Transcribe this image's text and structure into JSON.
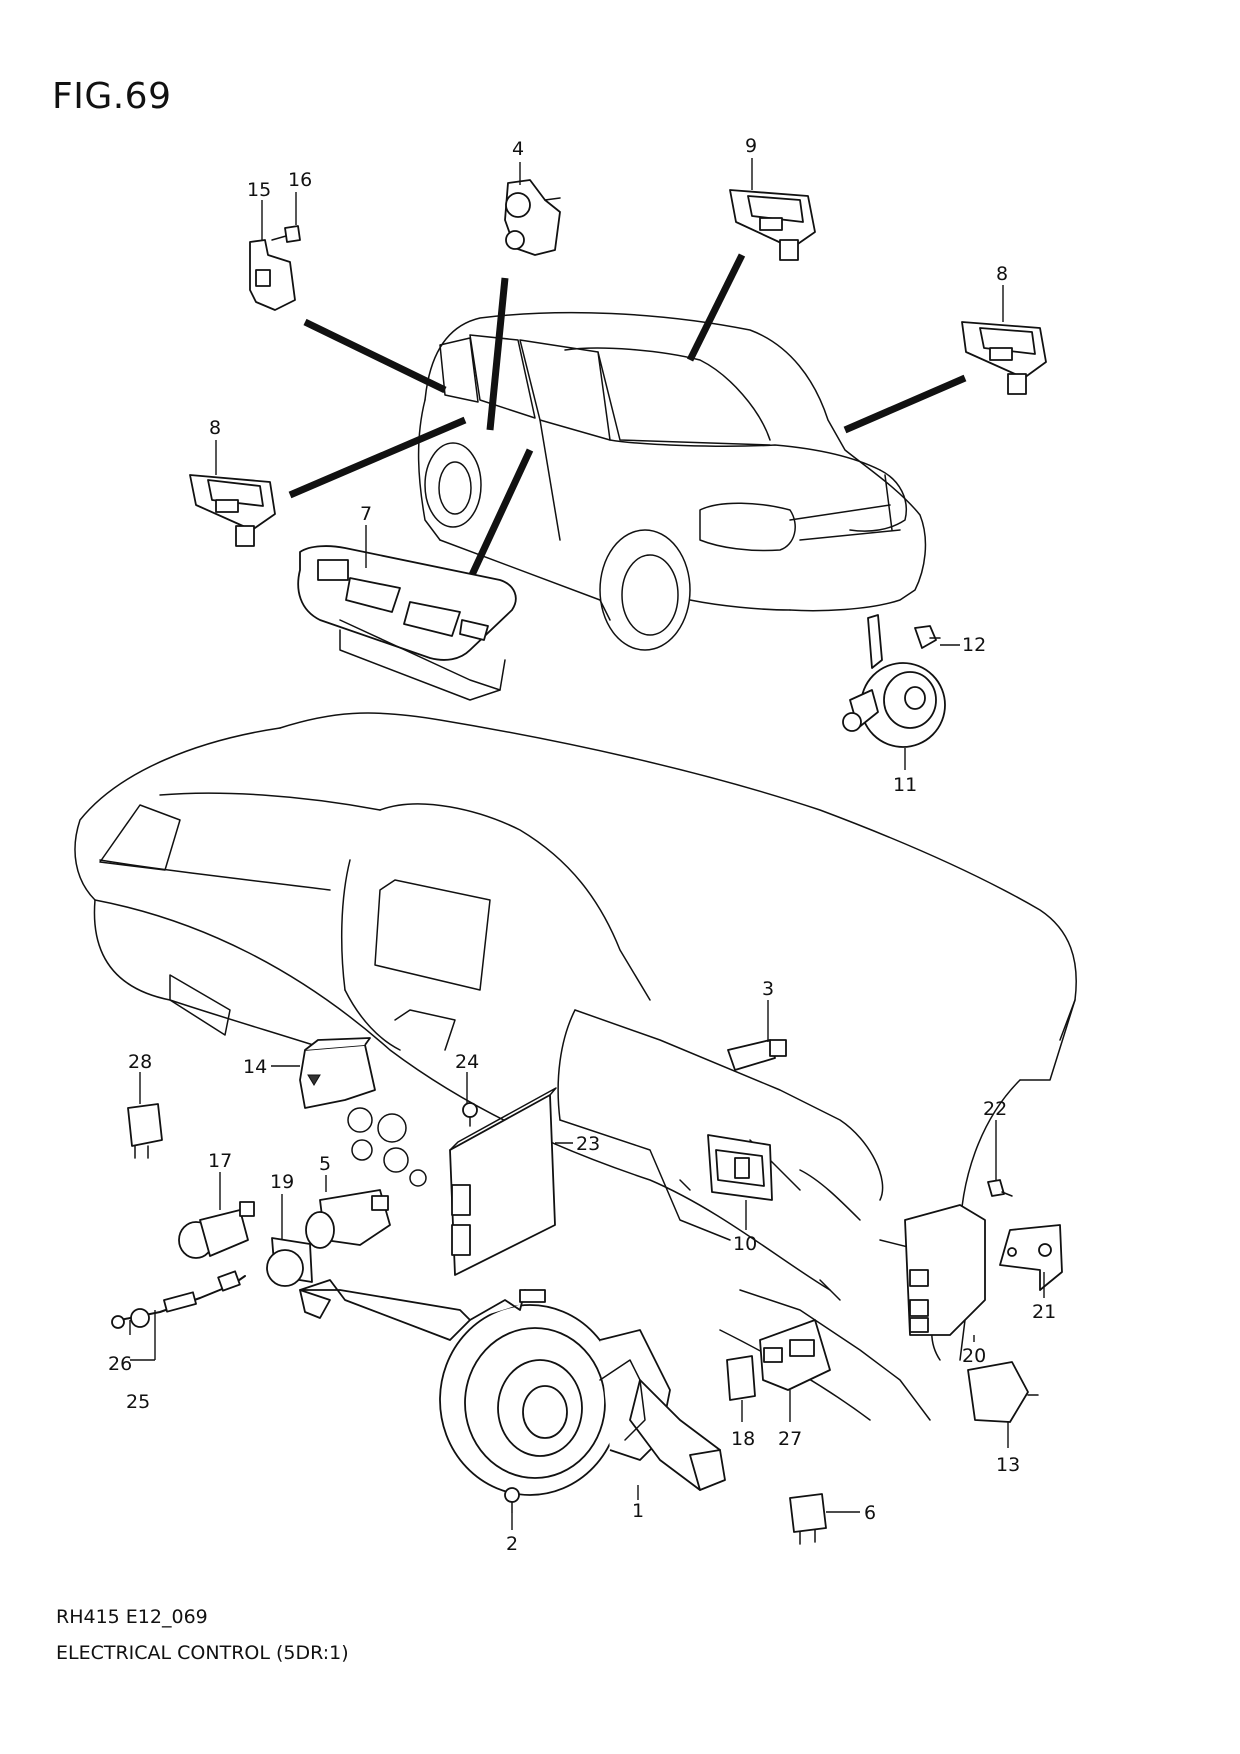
{
  "figure": {
    "title": "FIG.69",
    "code": "RH415 E12_069",
    "caption": "ELECTRICAL CONTROL (5DR:1)"
  },
  "callouts": [
    "1",
    "2",
    "3",
    "4",
    "5",
    "6",
    "7",
    "8",
    "8",
    "9",
    "10",
    "11",
    "12",
    "13",
    "14",
    "15",
    "16",
    "17",
    "18",
    "19",
    "20",
    "21",
    "22",
    "23",
    "24",
    "25",
    "26",
    "27",
    "28"
  ]
}
